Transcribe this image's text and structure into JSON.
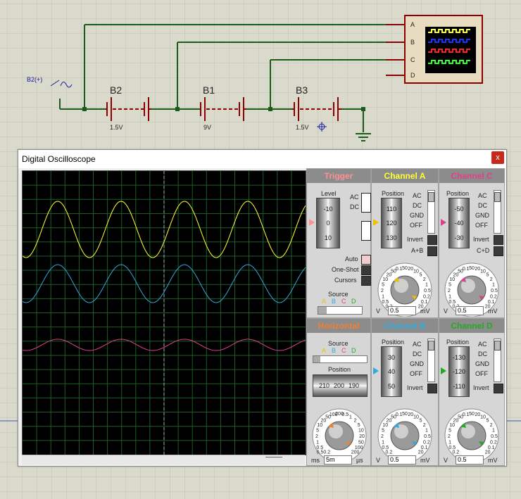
{
  "colors": {
    "background": "#d9d9cc",
    "wire": "#1b5c1b",
    "battery": "#8b0000",
    "yellow": "#ffff33",
    "cyan": "#33aadd",
    "magenta": "#e0408a",
    "screen_grid": "#1b5e2a"
  },
  "schematic": {
    "source_label": "B2(+)",
    "batteries": [
      {
        "name": "B2",
        "value": "1.5V"
      },
      {
        "name": "B1",
        "value": "9V"
      },
      {
        "name": "B3",
        "value": "1.5V"
      }
    ],
    "scope_ports": [
      "A",
      "B",
      "C",
      "D"
    ]
  },
  "window": {
    "title": "Digital Oscilloscope",
    "close_label": "x"
  },
  "trigger": {
    "title": "Trigger",
    "level_label": "Level",
    "level_ticks": [
      "-10",
      "0",
      "10"
    ],
    "ac": "AC",
    "dc": "DC",
    "auto": "Auto",
    "one_shot": "One-Shot",
    "cursors": "Cursors",
    "source_label": "Source",
    "source_channels": [
      "A",
      "B",
      "C",
      "D"
    ]
  },
  "channel_a": {
    "title": "Channel A",
    "position_label": "Position",
    "ticks": [
      "110",
      "120",
      "130"
    ],
    "couplings": [
      "AC",
      "DC",
      "GND",
      "OFF"
    ],
    "invert": "Invert",
    "combo": "A+B",
    "volts_value": "0.5",
    "unit_left": "V",
    "unit_right": "mV"
  },
  "channel_c": {
    "title": "Channel C",
    "position_label": "Position",
    "ticks": [
      "-50",
      "-40",
      "-30"
    ],
    "couplings": [
      "AC",
      "DC",
      "GND",
      "OFF"
    ],
    "invert": "Invert",
    "combo": "C+D",
    "volts_value": "0.5",
    "unit_left": "V",
    "unit_right": "mV"
  },
  "channel_b": {
    "title": "Channel B",
    "position_label": "Position",
    "ticks": [
      "30",
      "40",
      "50"
    ],
    "couplings": [
      "AC",
      "DC",
      "GND",
      "OFF"
    ],
    "invert": "Invert",
    "volts_value": "0.5",
    "unit_left": "V",
    "unit_right": "mV"
  },
  "channel_d": {
    "title": "Channel D",
    "position_label": "Position",
    "ticks": [
      "-130",
      "-120",
      "-110"
    ],
    "couplings": [
      "AC",
      "DC",
      "GND",
      "OFF"
    ],
    "invert": "Invert",
    "volts_value": "0.5",
    "unit_left": "V",
    "unit_right": "mV"
  },
  "horizontal": {
    "title": "Horizontal",
    "source_label": "Source",
    "source_channels": [
      "A",
      "B",
      "C",
      "D"
    ],
    "position_label": "Position",
    "position_ticks": [
      "210",
      "200",
      "190"
    ],
    "time_value": "5m",
    "unit_left": "ms",
    "unit_right": "µs"
  },
  "volt_dial_labels": [
    "0.2",
    "0.5",
    "1",
    "2",
    "5",
    "10",
    "20",
    "50",
    "0.1",
    "50",
    "20",
    "10",
    "5",
    "2",
    "1",
    "0.5",
    "0.2",
    "0.1",
    "20"
  ],
  "time_dial_labels": [
    "0.50.2",
    "0.5",
    "1",
    "2",
    "5",
    "10",
    "20",
    "50",
    "100",
    "200",
    "0.5",
    "1",
    "2",
    "5",
    "10",
    "20",
    "50",
    "100",
    "200"
  ]
}
